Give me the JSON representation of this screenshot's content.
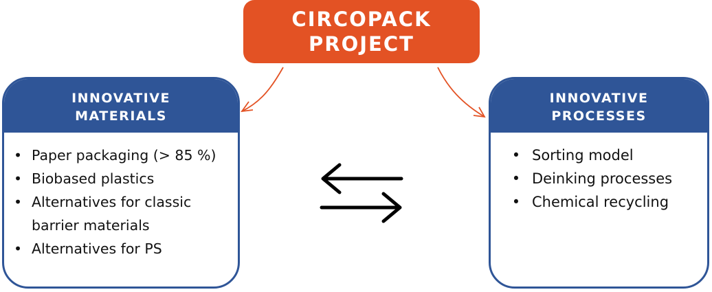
{
  "project": {
    "label": "CIRCOPACK\nPROJECT"
  },
  "materials": {
    "title": "INNOVATIVE\nMATERIALS",
    "items": [
      "Paper packaging (> 85 %)",
      "Biobased plastics",
      "Alternatives for classic barrier materials",
      "Alternatives for PS"
    ]
  },
  "processes": {
    "title": "INNOVATIVE\nPROCESSES",
    "items": [
      "Sorting model",
      "Deinking processes",
      "Chemical recycling"
    ]
  },
  "colors": {
    "project_fill": "#e35224",
    "panel_blue": "#2f5597",
    "connector": "#e35224",
    "exchange_arrows": "#000000"
  },
  "icons": {
    "exchange": "bidirectional-arrows-icon",
    "bullet": "bullet-dot"
  }
}
